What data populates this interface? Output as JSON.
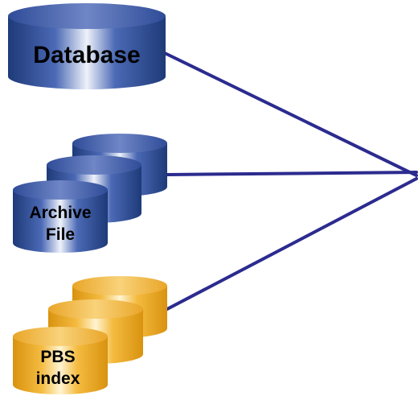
{
  "diagram": {
    "nodes": [
      {
        "id": "database",
        "lines": [
          "Database"
        ],
        "style": "blue",
        "stack": 1
      },
      {
        "id": "archive-file",
        "lines": [
          "Archive",
          "File"
        ],
        "style": "blue",
        "stack": 3
      },
      {
        "id": "pbs-index",
        "lines": [
          "PBS",
          "index"
        ],
        "style": "orange",
        "stack": 3
      }
    ],
    "connections": [
      {
        "from": "database",
        "to": "hub"
      },
      {
        "from": "archive-file",
        "to": "hub"
      },
      {
        "from": "pbs-index",
        "to": "hub"
      }
    ],
    "colors": {
      "line": "#2b2b8f",
      "blue_dark": "#1e3a78",
      "blue_mid": "#3c5aa8",
      "blue_light": "#e8eef8",
      "blue_top": "#4a64b0",
      "orange_dark": "#d9920f",
      "orange_mid": "#f2b636",
      "orange_light": "#fff3cf",
      "orange_top": "#f4c04a"
    }
  }
}
